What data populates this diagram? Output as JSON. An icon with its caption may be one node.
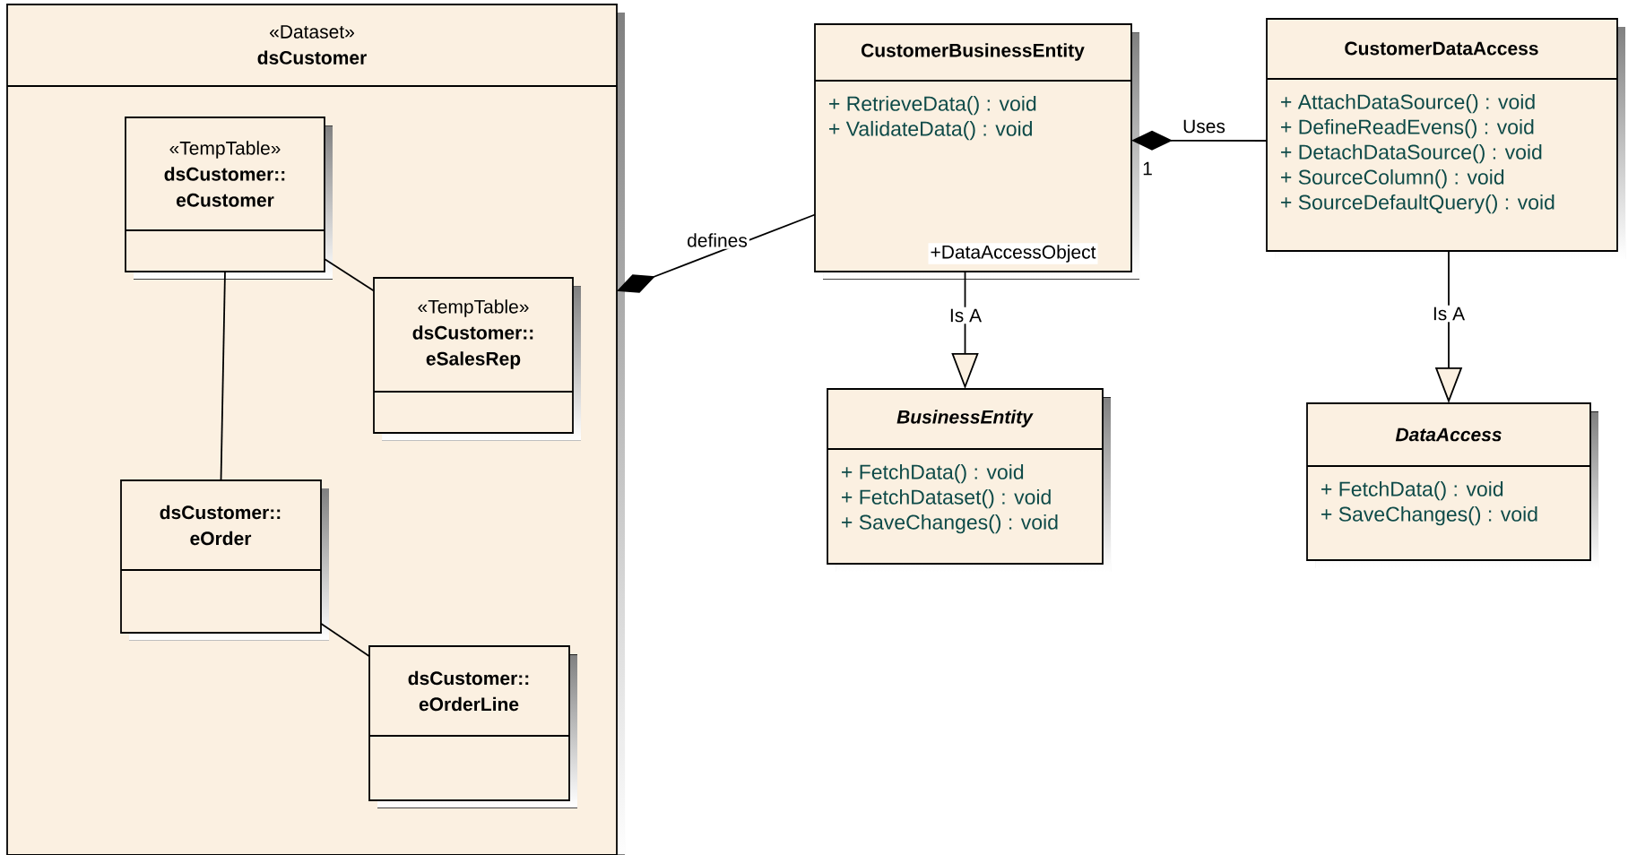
{
  "diagram": {
    "nodes": [
      {
        "text": [
          "«Dataset»",
          "dsCustomer"
        ]
      },
      {
        "text": [
          "«TempTable»",
          "dsCustomer:: eCustomer"
        ],
        "in": 0
      },
      {
        "text": [
          "«TempTable»",
          "dsCustomer:: eSalesRep"
        ],
        "in": 0
      },
      {
        "text": [
          "dsCustomer:: eOrder"
        ],
        "in": 0
      },
      {
        "text": [
          "dsCustomer:: eOrderLine"
        ],
        "in": 0
      },
      {
        "text": [
          "CustomerBusinessEntity",
          "+ RetrieveData() : void",
          "+ ValidateData() : void"
        ]
      },
      {
        "text": [
          "CustomerDataAccess",
          "+ AttachDataSource() : void",
          "+ DefineReadEvens() : void",
          "+ DetachDataSource() : void",
          "+ SourceColumn() : void",
          "+ SourceDefaultQuery() : void"
        ]
      },
      {
        "text": [
          "BusinessEntity",
          "+ FetchData() : void",
          "+ FetchDataset() : void",
          "+ SaveChanges() : void"
        ]
      },
      {
        "text": [
          "DataAccess",
          "+ FetchData() : void",
          "+ SaveChanges() : void"
        ]
      }
    ],
    "edges": [
      {
        "from": 1,
        "to": 2,
        "arrow": "none"
      },
      {
        "from": 1,
        "to": 3,
        "arrow": "none"
      },
      {
        "from": 3,
        "to": 4,
        "arrow": "none"
      },
      {
        "from": 5,
        "to": 0,
        "arrow": "other",
        "label": "defines"
      },
      {
        "from": 6,
        "to": 5,
        "arrow": "other",
        "label": "Uses"
      },
      {
        "from": 5,
        "to": 7,
        "arrow": "to",
        "label": "Is A"
      },
      {
        "from": 6,
        "to": 8,
        "arrow": "to",
        "label": "Is A"
      }
    ],
    "labels": [
      "+DataAccessObject",
      "1"
    ]
  }
}
